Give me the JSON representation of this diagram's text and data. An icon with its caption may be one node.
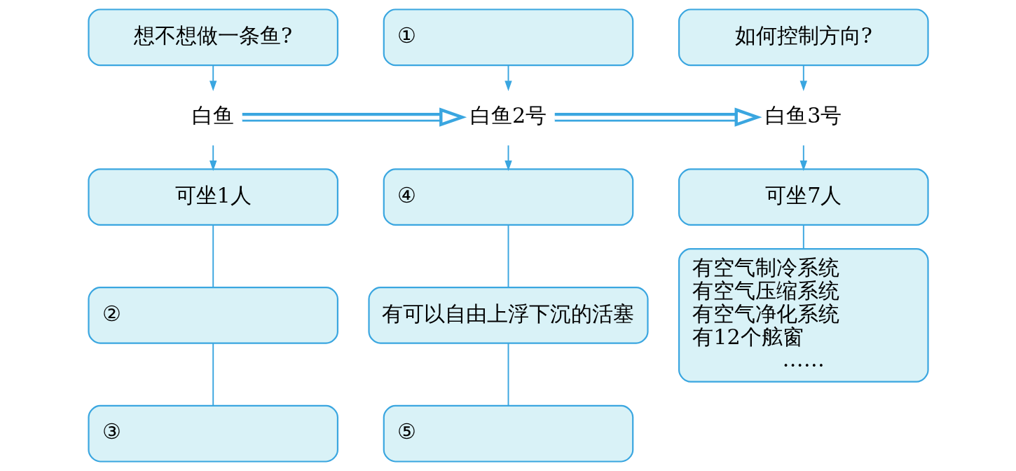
{
  "diagram": {
    "nodes": [
      {
        "text": [
          "想不想做一条鱼?"
        ]
      },
      {
        "text": [
          "白鱼"
        ]
      },
      {
        "text": [
          "可坐1人"
        ]
      },
      {
        "text": [
          "②"
        ]
      },
      {
        "text": [
          "③"
        ]
      },
      {
        "text": [
          "①"
        ]
      },
      {
        "text": [
          "白鱼2号"
        ]
      },
      {
        "text": [
          "④"
        ]
      },
      {
        "text": [
          "有可以自由上浮下沉的活塞"
        ]
      },
      {
        "text": [
          "⑤"
        ]
      },
      {
        "text": [
          "如何控制方向?"
        ]
      },
      {
        "text": [
          "白鱼3号"
        ]
      },
      {
        "text": [
          "可坐7人"
        ]
      },
      {
        "text": [
          "有空气制冷系统",
          "有空气压缩系统",
          "有空气净化系统",
          "有12个舷窗",
          "……"
        ]
      }
    ],
    "edges": [
      {
        "from": 0,
        "to": 1,
        "arrow": "to"
      },
      {
        "from": 1,
        "to": 2,
        "arrow": "to"
      },
      {
        "from": 2,
        "to": 3,
        "arrow": "none"
      },
      {
        "from": 3,
        "to": 4,
        "arrow": "none"
      },
      {
        "from": 1,
        "to": 6,
        "arrow": "to",
        "style": "thick"
      },
      {
        "from": 5,
        "to": 6,
        "arrow": "to"
      },
      {
        "from": 6,
        "to": 7,
        "arrow": "to"
      },
      {
        "from": 7,
        "to": 8,
        "arrow": "none"
      },
      {
        "from": 8,
        "to": 9,
        "arrow": "none"
      },
      {
        "from": 6,
        "to": 11,
        "arrow": "to",
        "style": "thick"
      },
      {
        "from": 10,
        "to": 11,
        "arrow": "to"
      },
      {
        "from": 11,
        "to": 12,
        "arrow": "to"
      },
      {
        "from": 12,
        "to": 13,
        "arrow": "none"
      }
    ]
  }
}
